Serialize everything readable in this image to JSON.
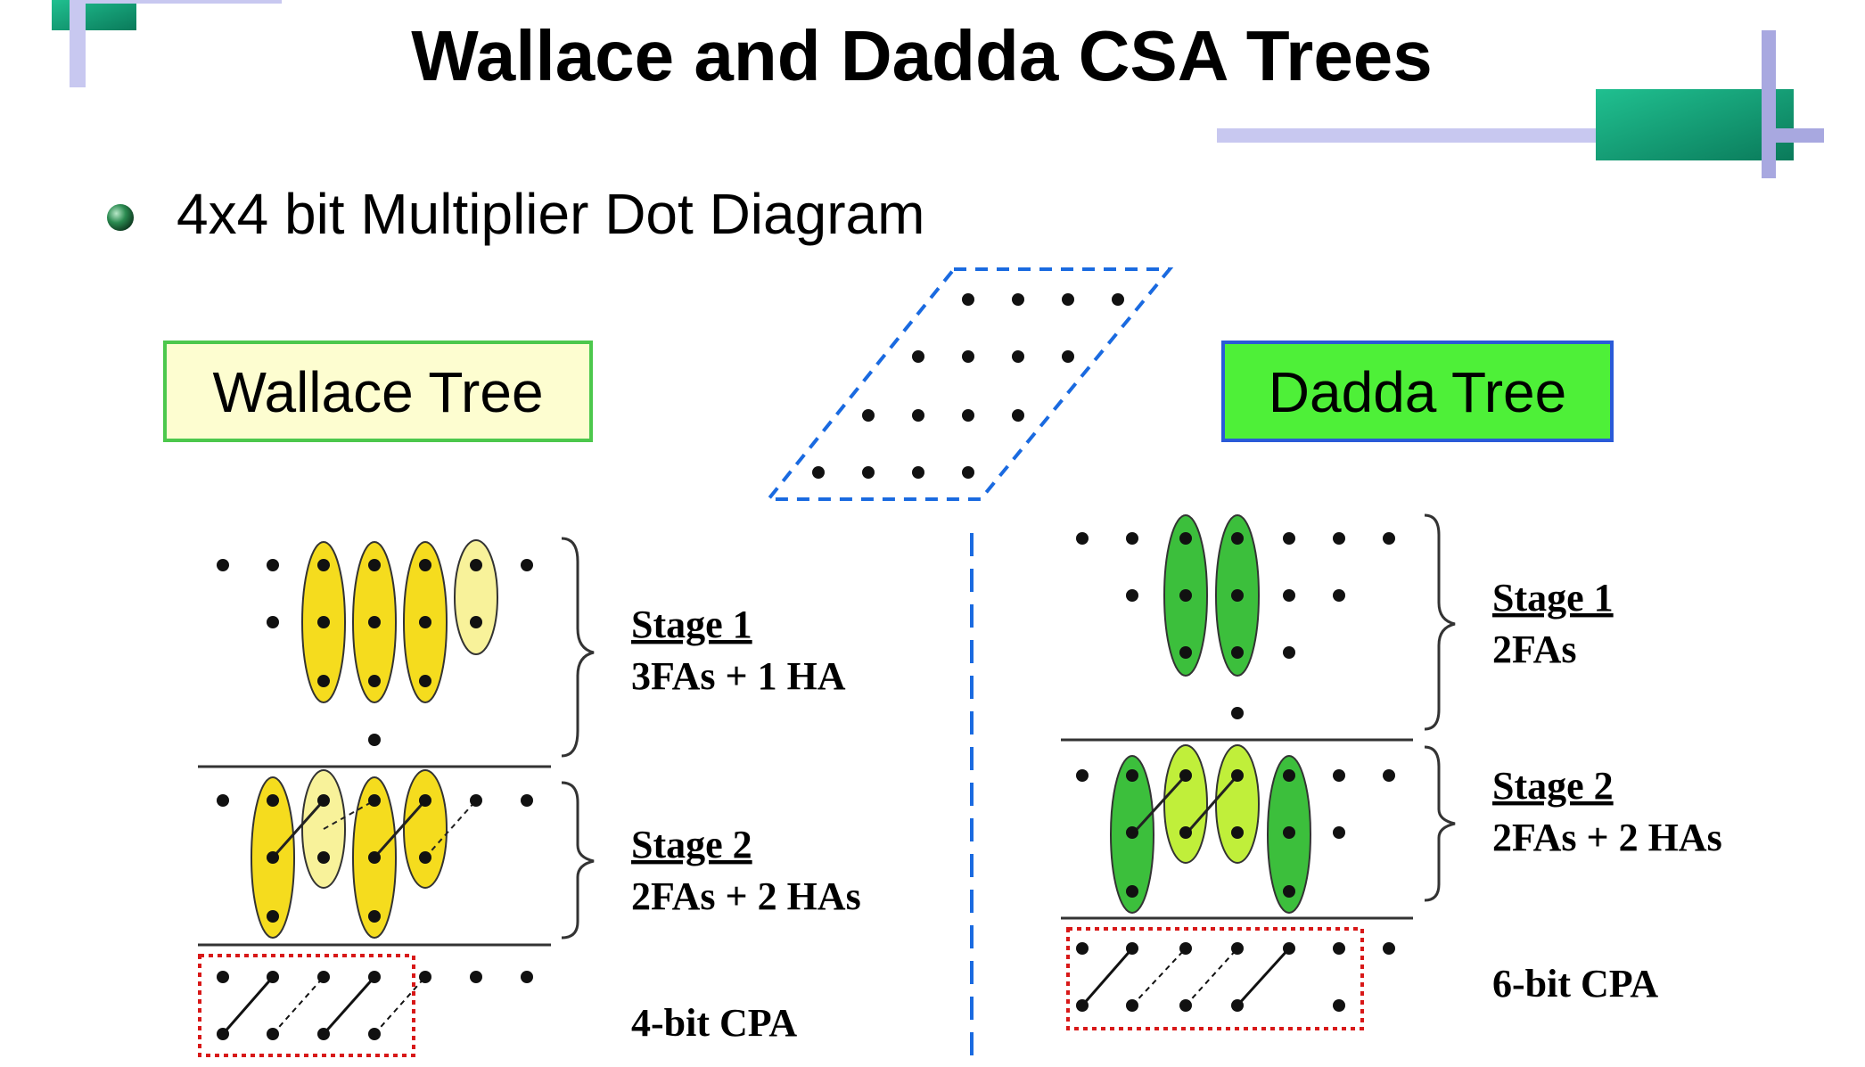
{
  "title": "Wallace and Dadda CSA Trees",
  "bullet": "4x4 bit Multiplier Dot Diagram",
  "wallace": {
    "label": "Wallace Tree",
    "stage1": {
      "title": "Stage 1",
      "desc": "3FAs + 1 HA"
    },
    "stage2": {
      "title": "Stage 2",
      "desc": "2FAs + 2 HAs"
    },
    "cpa": "4-bit CPA"
  },
  "dadda": {
    "label": "Dadda Tree",
    "stage1": {
      "title": "Stage 1",
      "desc": "2FAs"
    },
    "stage2": {
      "title": "Stage 2",
      "desc": "2FAs + 2 HAs"
    },
    "cpa": "6-bit CPA"
  },
  "colors": {
    "fa_yellow": "#f5dc1e",
    "ha_light_yellow": "#f8f29a",
    "fa_green": "#3cbf3c",
    "ha_light_green": "#c0ef3a",
    "wallace_box_fill": "#fdfdd0",
    "wallace_box_border": "#4cc84c",
    "dadda_box_fill": "#4ef038",
    "dadda_box_border": "#2a5ad8",
    "dash_blue": "#1a6ae0",
    "cpa_red": "#d81818",
    "accent_teal": "#1aa886",
    "accent_lavender": "#c8c8f0"
  }
}
